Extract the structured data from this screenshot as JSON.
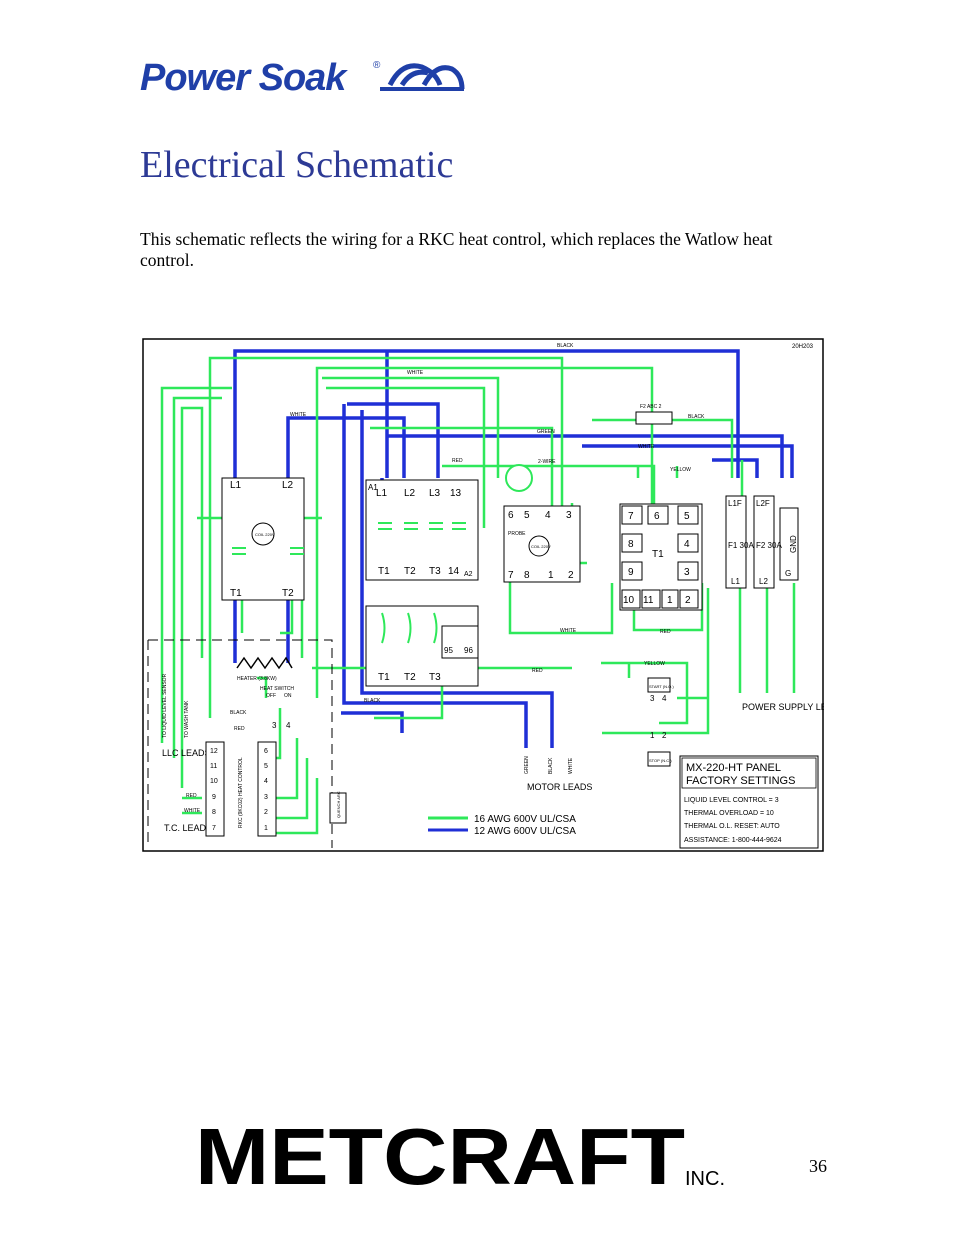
{
  "header": {
    "brand": "Power Soak",
    "registered": "®"
  },
  "title": "Electrical Schematic",
  "intro": "This schematic reflects the wiring for a RKC heat control, which replaces the Watlow heat control.",
  "schematic": {
    "drawing_no": "20H203",
    "wire_labels": {
      "black": "BLACK",
      "white": "WHITE",
      "green": "GREEN",
      "red": "RED",
      "yellow": "YELLOW",
      "two_wire": "2-WIRE"
    },
    "fuse_block": "F2 ABC 2",
    "contactor_left": {
      "top": [
        "L1",
        "L2"
      ],
      "bottom": [
        "T1",
        "T2"
      ],
      "coil": "COIL 220V"
    },
    "contactor_mid": {
      "a1": "A1",
      "a2": "A2",
      "top": [
        "L1",
        "L2",
        "L3",
        "13"
      ],
      "bottom": [
        "T1",
        "T2",
        "T3",
        "14"
      ]
    },
    "overload": {
      "bottom": [
        "T1",
        "T2",
        "T3"
      ],
      "aux": [
        "95",
        "96"
      ]
    },
    "relay": {
      "top": [
        "6",
        "5",
        "4",
        "3"
      ],
      "bottom": [
        "7",
        "8",
        "1",
        "2"
      ],
      "probe": "PROBE",
      "coil": "COIL 220V"
    },
    "timer": {
      "rows": [
        [
          "7",
          "6",
          "5"
        ],
        [
          "8",
          "T1",
          "4"
        ],
        [
          "9",
          "",
          "3"
        ],
        [
          "10",
          "11",
          "1",
          "2"
        ]
      ]
    },
    "fuses": {
      "f1": "F1 30A",
      "f2": "F2 30A",
      "gnd": "GND",
      "l1f": "L1F",
      "l2f": "L2F",
      "l1": "L1",
      "l2": "L2",
      "g": "G"
    },
    "heater": "HEATER (3.8KW)",
    "heat_switch": "HEAT SWITCH",
    "heat_switch_states": [
      "OFF",
      "ON"
    ],
    "heat_switch_terms": [
      "3",
      "4"
    ],
    "llc_leads": "LLC LEADS",
    "tc_leads": "T.C. LEADS",
    "liquid_sensor": "TO LIQUID LEVEL SENSOR",
    "wash_tank": "TO WASH TANK",
    "terminal_top": [
      "12",
      "11",
      "10",
      "9",
      "8",
      "7"
    ],
    "terminal_right": [
      "6",
      "5",
      "4",
      "3",
      "2",
      "1"
    ],
    "heat_control": "RKC (9KC02) HEAT CONTROL",
    "quench": "QUENCH ARC",
    "motor_leads": "MOTOR LEADS",
    "motor_wires": [
      "GREEN",
      "BLACK",
      "WHITE"
    ],
    "power_leads": "POWER SUPPLY LEADS",
    "start": "START (N.O.)",
    "stop": "STOP (N.C.)",
    "start_terms": [
      "3",
      "4"
    ],
    "stop_terms": [
      "1",
      "2"
    ],
    "legend": [
      {
        "label": "16  AWG  600V  UL/CSA",
        "color": "#2ee85a"
      },
      {
        "label": "12  AWG  600V  UL/CSA",
        "color": "#1f2fd6"
      }
    ],
    "panel": {
      "title1": "MX-220-HT   PANEL",
      "title2": "FACTORY  SETTINGS",
      "lines": [
        "LIQUID LEVEL CONTROL  =  3",
        "THERMAL  OVERLOAD  =  10",
        "THERMAL  O.L. RESET:  AUTO",
        "ASSISTANCE:  1-800-444-9624"
      ]
    }
  },
  "footer": {
    "brand": "METCRAFT",
    "suffix": "INC.",
    "page_number": "36"
  }
}
